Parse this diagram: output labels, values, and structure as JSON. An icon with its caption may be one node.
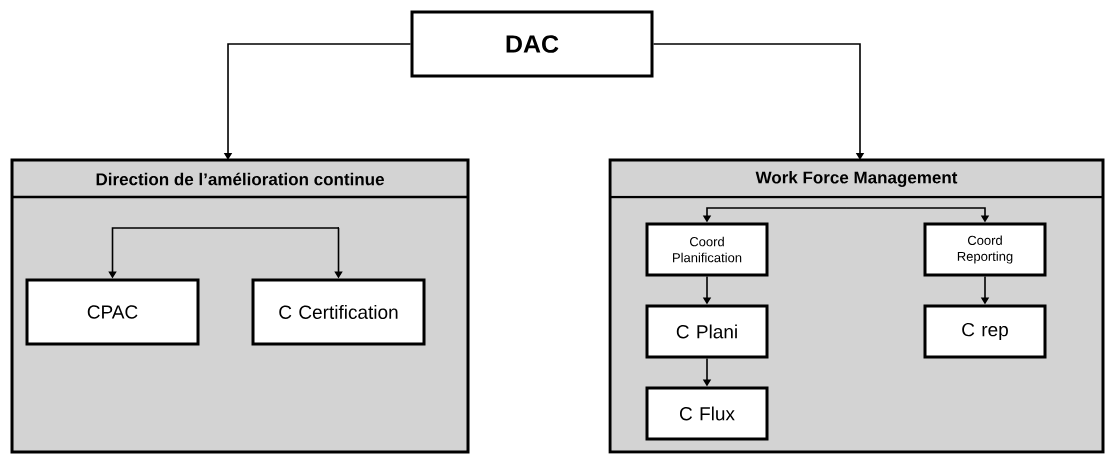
{
  "diagram": {
    "nodes": [
      {
        "text": [
          "DAC"
        ]
      },
      {
        "text": [
          "Direction de l’amélioration continue"
        ]
      },
      {
        "text": [
          "CPAC"
        ],
        "in": 1
      },
      {
        "text": [
          "C Certification"
        ],
        "in": 1
      },
      {
        "text": [
          "Work Force Management"
        ]
      },
      {
        "text": [
          "Coord Planification"
        ],
        "in": 4
      },
      {
        "text": [
          "Coord Reporting"
        ],
        "in": 4
      },
      {
        "text": [
          "C Plani"
        ],
        "in": 4
      },
      {
        "text": [
          "C rep"
        ],
        "in": 4
      },
      {
        "text": [
          "C Flux"
        ],
        "in": 4
      }
    ],
    "edges": [
      {
        "from": 0,
        "to": 1,
        "arrow": "to"
      },
      {
        "from": 0,
        "to": 4,
        "arrow": "to"
      },
      {
        "from": null,
        "to": 2,
        "arrow": "to"
      },
      {
        "from": null,
        "to": 3,
        "arrow": "to"
      },
      {
        "from": null,
        "to": 5,
        "arrow": "to"
      },
      {
        "from": null,
        "to": 6,
        "arrow": "to"
      },
      {
        "from": 5,
        "to": 7,
        "arrow": "to"
      },
      {
        "from": 7,
        "to": 9,
        "arrow": "to"
      },
      {
        "from": 6,
        "to": 8,
        "arrow": "to"
      }
    ]
  }
}
